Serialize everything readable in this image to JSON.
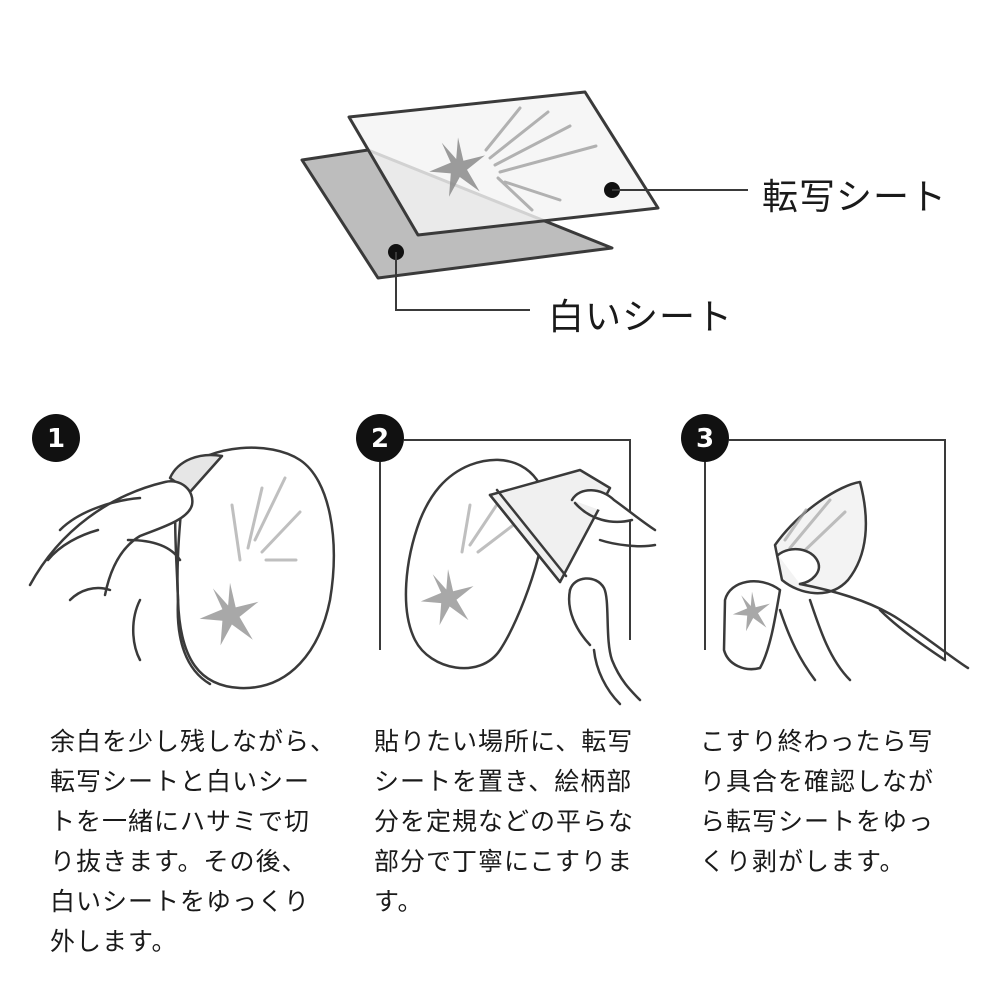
{
  "diagram": {
    "colors": {
      "line": "#3a3a3a",
      "white_sheet_fill": "#bdbdbd",
      "transfer_sheet_fill": "#f4f4f4",
      "star": "#8c8c8c",
      "skin": "#ffffff",
      "badge": "#111111"
    },
    "callouts": {
      "transfer_sheet": "転写シート",
      "white_sheet": "白いシート"
    }
  },
  "steps": [
    {
      "number": "1",
      "lines": [
        "余白を少し残しながら、",
        "転写シートと白いシー",
        "トを一緒にハサミで切",
        "り抜きます。その後、",
        "白いシートをゆっくり",
        "外します。"
      ]
    },
    {
      "number": "2",
      "lines": [
        "貼りたい場所に、転写",
        "シートを置き、絵柄部",
        "分を定規などの平らな",
        "部分で丁寧にこすりま",
        "す。"
      ]
    },
    {
      "number": "3",
      "lines": [
        "こすり終わったら写",
        "り具合を確認しなが",
        "ら転写シートをゆっ",
        "くり剥がします。"
      ]
    }
  ]
}
